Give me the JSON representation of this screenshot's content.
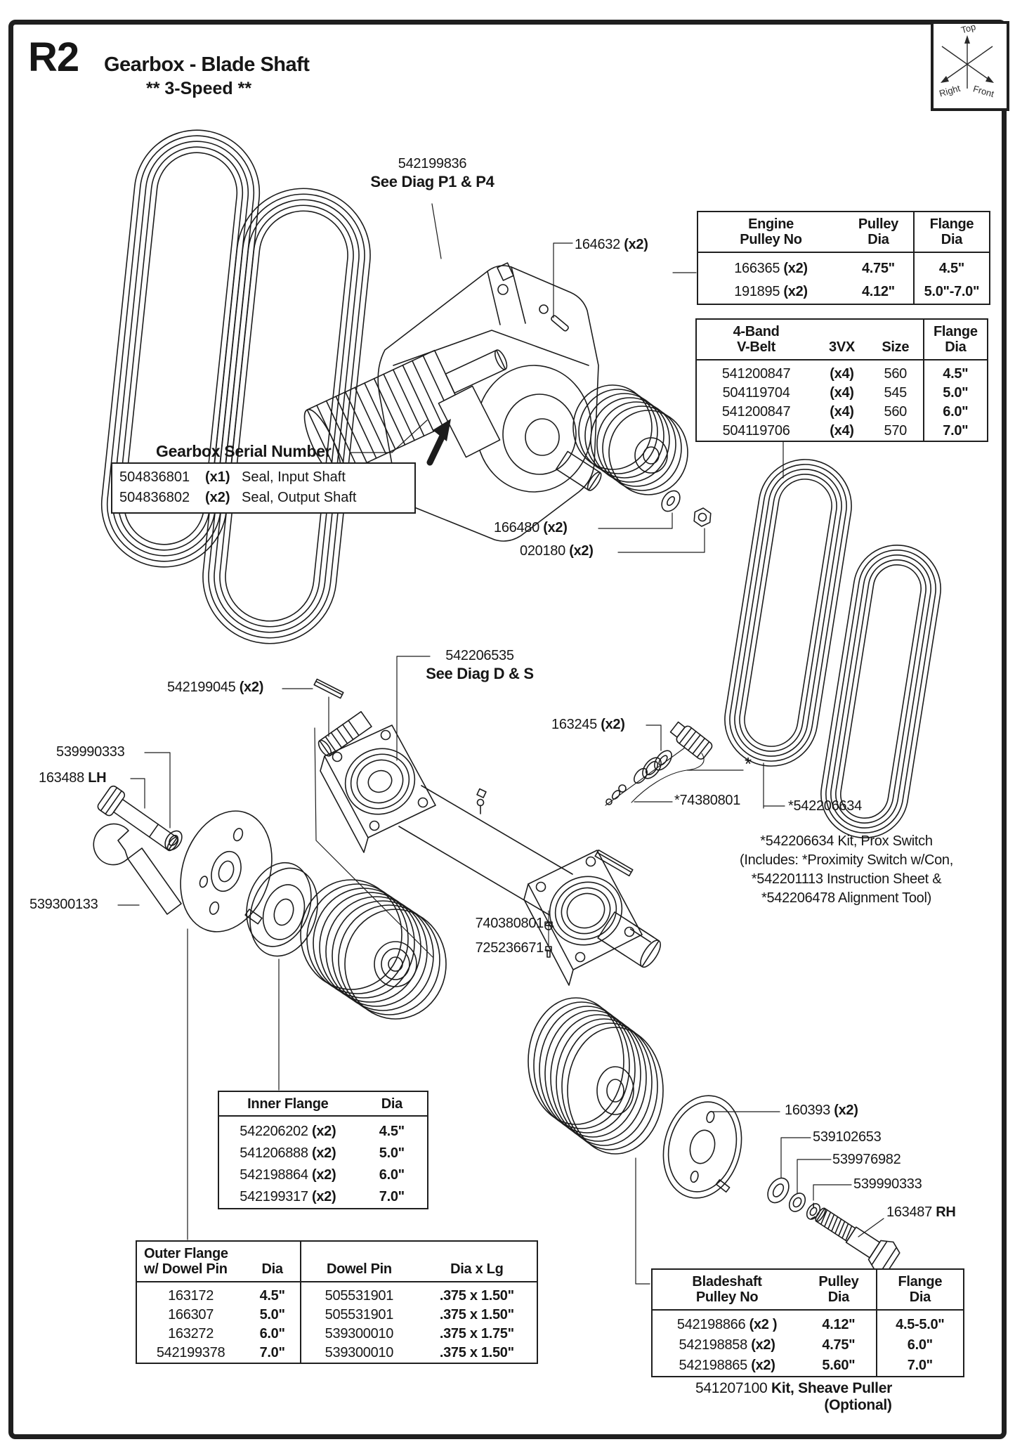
{
  "header": {
    "code": "R2",
    "title": "Gearbox - Blade Shaft",
    "subtitle": "** 3-Speed **"
  },
  "orientation": {
    "top": "Top",
    "right": "Right",
    "front": "Front"
  },
  "labels": {
    "diag_top_no": "542199836",
    "diag_top_ref": "See Diag P1 & P4",
    "key_164632": {
      "no": "164632",
      "qty": "(x2)"
    },
    "gearbox_serial": "Gearbox Serial Number",
    "washer_166480": {
      "no": "166480",
      "qty": "(x2)"
    },
    "nut_020180": {
      "no": "020180",
      "qty": "(x2)"
    },
    "key_542199045": {
      "no": "542199045",
      "qty": "(x2)"
    },
    "diag_mid_no": "542206535",
    "diag_mid_ref": "See Diag D & S",
    "prox_163245": {
      "no": "163245",
      "qty": "(x2)"
    },
    "asterisk": "*",
    "prox_74380801": "*74380801",
    "kit_542206634": "*542206634",
    "kit_note": {
      "line1": "*542206634 Kit, Prox Switch",
      "line2": "(Includes: *Proximity Switch w/Con,",
      "line3": "*542201113 Instruction Sheet &",
      "line4": "*542206478 Alignment Tool)"
    },
    "washer_539990333_left": "539990333",
    "bolt_163488": {
      "no": "163488",
      "side": "LH"
    },
    "wrench_539300133": "539300133",
    "fitting_740380801": "740380801",
    "fitting_725236671": "725236671",
    "key_160393": {
      "no": "160393",
      "qty": "(x2)"
    },
    "washer_539102653": "539102653",
    "washer_539976982": "539976982",
    "washer_539990333_right": "539990333",
    "bolt_163487": {
      "no": "163487",
      "side": "RH"
    },
    "sheave_no": "541207100",
    "sheave_kit": "Kit, Sheave Puller",
    "sheave_optional": "(Optional)"
  },
  "seal_box": {
    "rows": [
      {
        "no": "504836801",
        "qty": "(x1)",
        "desc": "Seal, Input Shaft"
      },
      {
        "no": "504836802",
        "qty": "(x2)",
        "desc": "Seal, Output Shaft"
      }
    ]
  },
  "tables": {
    "engine": {
      "h1a": "Engine",
      "h1b": "Pulley No",
      "h2a": "Pulley",
      "h2b": "Dia",
      "h3a": "Flange",
      "h3b": "Dia",
      "rows": [
        {
          "no": "166365",
          "qty": "(x2)",
          "pulley": "4.75\"",
          "flange": "4.5\""
        },
        {
          "no": "191895",
          "qty": "(x2)",
          "pulley": "4.12\"",
          "flange": "5.0\"-7.0\""
        }
      ]
    },
    "vbelt": {
      "h1a": "4-Band",
      "h1b": "V-Belt",
      "h2": "3VX",
      "h3": "Size",
      "h4a": "Flange",
      "h4b": "Dia",
      "rows": [
        {
          "no": "541200847",
          "qty": "(x4)",
          "size": "560",
          "flange": "4.5\""
        },
        {
          "no": "504119704",
          "qty": "(x4)",
          "size": "545",
          "flange": "5.0\""
        },
        {
          "no": "541200847",
          "qty": "(x4)",
          "size": "560",
          "flange": "6.0\""
        },
        {
          "no": "504119706",
          "qty": "(x4)",
          "size": "570",
          "flange": "7.0\""
        }
      ]
    },
    "inner_flange": {
      "h1": "Inner Flange",
      "h2": "Dia",
      "rows": [
        {
          "no": "542206202",
          "qty": "(x2)",
          "dia": "4.5\""
        },
        {
          "no": "541206888",
          "qty": "(x2)",
          "dia": "5.0\""
        },
        {
          "no": "542198864",
          "qty": "(x2)",
          "dia": "6.0\""
        },
        {
          "no": "542199317",
          "qty": "(x2)",
          "dia": "7.0\""
        }
      ]
    },
    "outer_dowel": {
      "h1a": "Outer Flange",
      "h1b": "w/ Dowel Pin",
      "h2": "Dia",
      "h3": "Dowel Pin",
      "h4": "Dia  x  Lg",
      "rows": [
        {
          "outer_no": "163172",
          "outer_dia": "4.5\"",
          "dowel_no": "505531901",
          "dowel_dim": ".375 x 1.50\""
        },
        {
          "outer_no": "166307",
          "outer_dia": "5.0\"",
          "dowel_no": "505531901",
          "dowel_dim": ".375 x 1.50\""
        },
        {
          "outer_no": "163272",
          "outer_dia": "6.0\"",
          "dowel_no": "539300010",
          "dowel_dim": ".375 x 1.75\""
        },
        {
          "outer_no": "542199378",
          "outer_dia": "7.0\"",
          "dowel_no": "539300010",
          "dowel_dim": ".375 x 1.50\""
        }
      ]
    },
    "bladeshaft": {
      "h1a": "Bladeshaft",
      "h1b": "Pulley No",
      "h2a": "Pulley",
      "h2b": "Dia",
      "h3a": "Flange",
      "h3b": "Dia",
      "rows": [
        {
          "no": "542198866",
          "qty": "(x2 )",
          "pulley": "4.12\"",
          "flange": "4.5-5.0\""
        },
        {
          "no": "542198858",
          "qty": "(x2)",
          "pulley": "4.75\"",
          "flange": "6.0\""
        },
        {
          "no": "542198865",
          "qty": "(x2)",
          "pulley": "5.60\"",
          "flange": "7.0\""
        }
      ]
    }
  }
}
